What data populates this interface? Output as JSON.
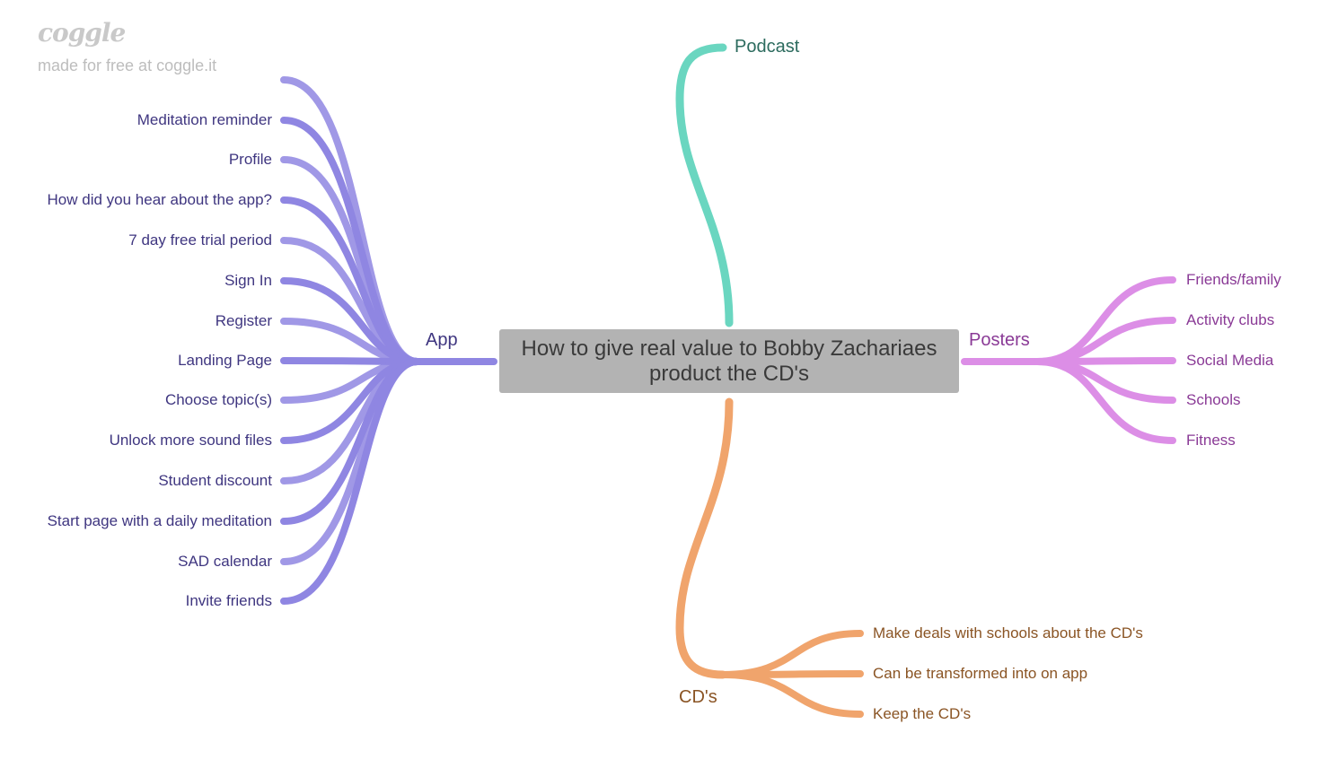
{
  "brand": {
    "logo": "coggle",
    "tagline": "made for free at coggle.it"
  },
  "colors": {
    "app": "#8f86e2",
    "app_text": "#3f3680",
    "podcast": "#6ad6c0",
    "podcast_text": "#2c6b5e",
    "posters": "#dc8ee6",
    "posters_text": "#8a3a96",
    "cds": "#f0a46c",
    "cds_text": "#8a5424",
    "center_bg": "#b3b3b3"
  },
  "center": {
    "title": "How to give real value to Bobby Zachariaes product the CD's"
  },
  "branches": {
    "app": {
      "label": "App",
      "items": [
        "",
        "Meditation reminder",
        "Profile",
        "How did you hear about the app?",
        "7 day free trial period",
        "Sign In",
        "Register",
        "Landing Page",
        "Choose topic(s)",
        "Unlock more sound files",
        "Student discount",
        "Start page with a daily meditation",
        "SAD calendar",
        "Invite friends"
      ]
    },
    "podcast": {
      "label": "Podcast"
    },
    "posters": {
      "label": "Posters",
      "items": [
        "Friends/family",
        "Activity clubs",
        "Social Media",
        "Schools",
        "Fitness"
      ]
    },
    "cds": {
      "label": "CD's",
      "items": [
        "Make deals with schools about the CD's",
        "Can be transformed into on app",
        "Keep the CD's"
      ]
    }
  }
}
